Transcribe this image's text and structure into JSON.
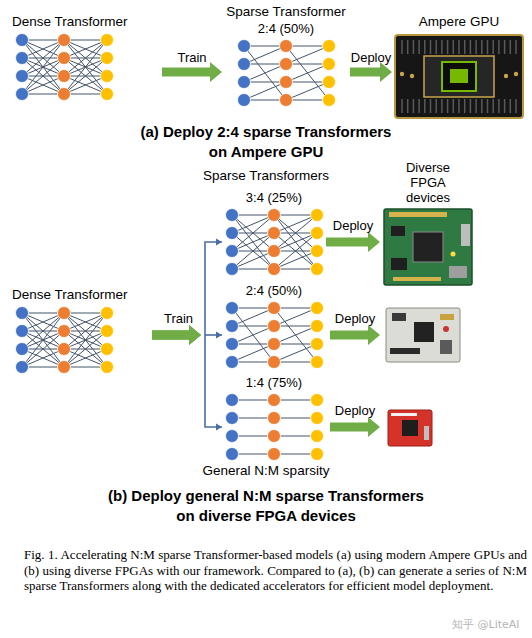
{
  "diagram": {
    "caption": "Fig. 1. Accelerating N:M sparse Transformer-based models (a) using modern Ampere GPUs and (b) using diverse FPGAs with our framework. Compared to (a), (b) can generate a series of N:M sparse Transformers along with the dedicated accelerators for efficient model deployment.",
    "nodes": [
      {
        "text": [
          "Dense Transformer"
        ]
      },
      {
        "text": [
          "Sparse Transformer",
          "2:4 (50%)"
        ]
      },
      {
        "text": [
          "Ampere GPU"
        ]
      },
      {
        "text": [
          "Dense Transformer"
        ]
      },
      {
        "text": [
          "3:4 (25%)"
        ]
      },
      {
        "text": [
          "2:4 (50%)"
        ]
      },
      {
        "text": [
          "1:4 (75%)"
        ]
      },
      {
        "text": [
          "Diverse FPGA devices"
        ]
      }
    ],
    "edges": [
      {
        "from": 0,
        "to": 1,
        "label": "Train",
        "arrow": "to"
      },
      {
        "from": 1,
        "to": 2,
        "label": "Deploy",
        "arrow": "to"
      },
      {
        "from": 3,
        "to": 4,
        "arrow": "to"
      },
      {
        "from": 3,
        "to": 5,
        "label": "Train",
        "arrow": "to"
      },
      {
        "from": 3,
        "to": 6,
        "arrow": "to"
      },
      {
        "from": 4,
        "to": 7,
        "label": "Deploy",
        "arrow": "to"
      }
    ],
    "labels": [
      "(a) Deploy 2:4 sparse Transformers on Ampere GPU",
      "Sparse Transformers",
      "Deploy",
      "Deploy",
      "General N:M sparsity",
      "(b) Deploy general N:M sparse Transformers on diverse FPGA devices",
      "知乎 @LiteAI"
    ]
  }
}
